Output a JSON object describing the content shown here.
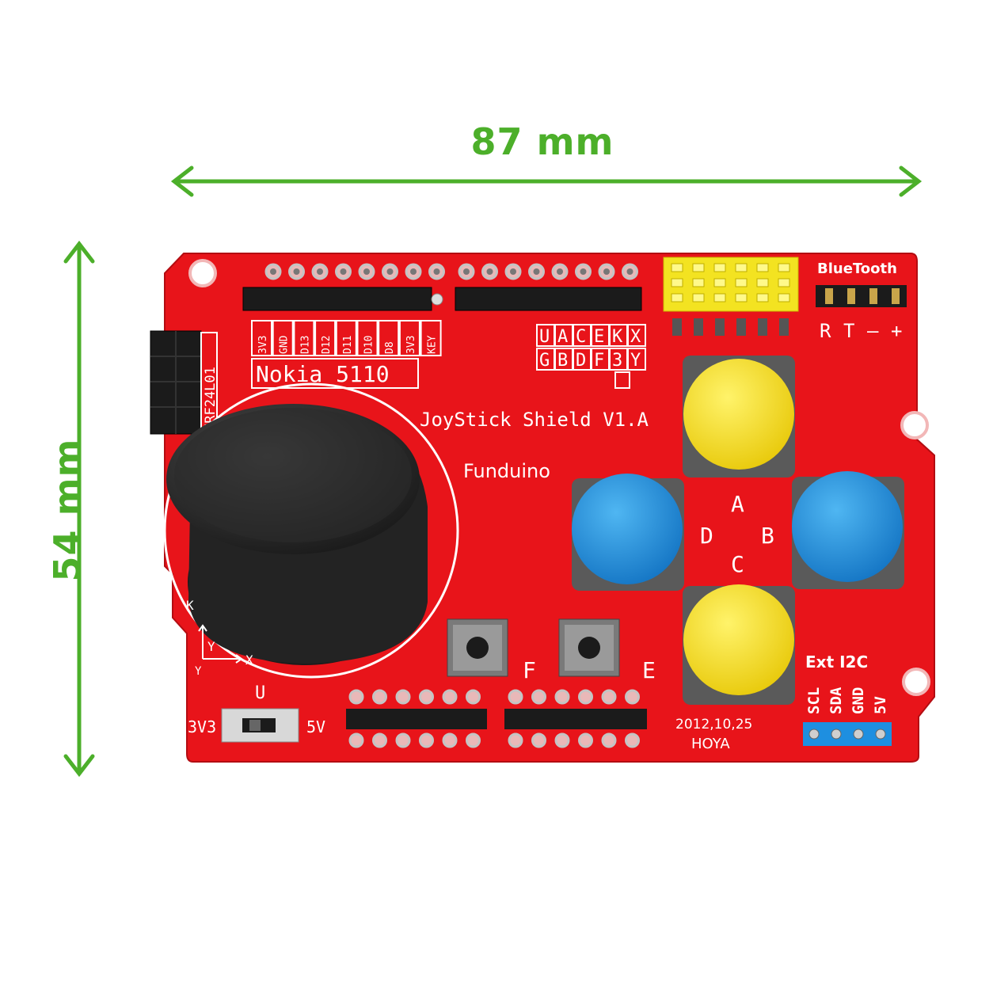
{
  "dimensions": {
    "width": "87 mm",
    "height": "54 mm"
  },
  "board": {
    "title": "JoyStick Shield V1.A",
    "brand": "Funduino",
    "date": "2012,10,25",
    "maker": "HOYA",
    "nokia": "Nokia 5110",
    "nrf": "NRF24L01",
    "bluetooth": "BlueTooth",
    "bt_pins": [
      "R",
      "T",
      "–",
      "+"
    ],
    "i2c": "Ext I2C",
    "i2c_pins": [
      "SCL",
      "SDA",
      "GND",
      "5V"
    ],
    "nokia_pins": [
      "3V3",
      "GND",
      "D13",
      "D12",
      "D11",
      "D10",
      "D8",
      "3V3",
      "KEY"
    ],
    "grid_top": [
      "U",
      "A",
      "C",
      "E",
      "K",
      "X"
    ],
    "grid_bottom": [
      "G",
      "B",
      "D",
      "F",
      "3",
      "Y"
    ],
    "buttons": {
      "a": "A",
      "b": "B",
      "c": "C",
      "d": "D",
      "e": "E",
      "f": "F"
    },
    "switch": {
      "u": "U",
      "left": "3V3",
      "right": "5V"
    },
    "axes": {
      "k": "K",
      "x": "X",
      "y": "Y",
      "y2": "Y"
    },
    "colors": {
      "board": "#e8141a",
      "yellow": "#f7e11a",
      "blue": "#1e90e0",
      "dim": "#4caf2a"
    }
  }
}
